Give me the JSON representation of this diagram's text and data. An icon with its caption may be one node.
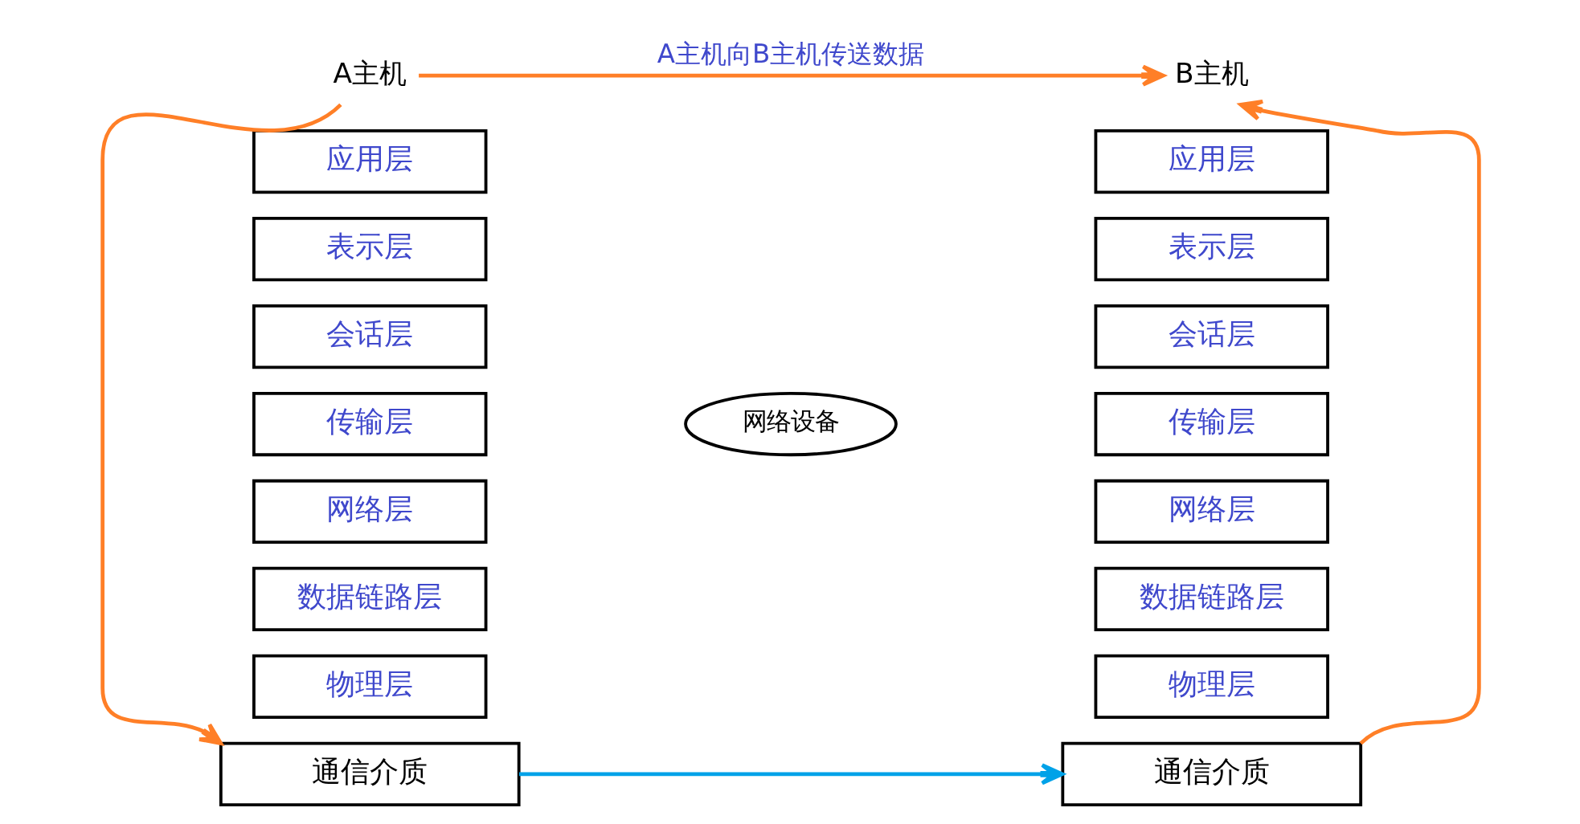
{
  "diagram": {
    "nodes": [
      {
        "text": [
          "A主机"
        ]
      },
      {
        "text": [
          "B主机"
        ]
      },
      {
        "text": [
          "应用层"
        ]
      },
      {
        "text": [
          "表示层"
        ]
      },
      {
        "text": [
          "会话层"
        ]
      },
      {
        "text": [
          "传输层"
        ]
      },
      {
        "text": [
          "网络层"
        ]
      },
      {
        "text": [
          "数据链路层"
        ]
      },
      {
        "text": [
          "物理层"
        ]
      },
      {
        "text": [
          "通信介质"
        ]
      },
      {
        "text": [
          "网络设备"
        ]
      },
      {
        "text": [
          "应用层"
        ]
      },
      {
        "text": [
          "表示层"
        ]
      },
      {
        "text": [
          "会话层"
        ]
      },
      {
        "text": [
          "传输层"
        ]
      },
      {
        "text": [
          "网络层"
        ]
      },
      {
        "text": [
          "数据链路层"
        ]
      },
      {
        "text": [
          "物理层"
        ]
      },
      {
        "text": [
          "通信介质"
        ]
      }
    ],
    "edges": [
      {
        "from": 0,
        "to": 1,
        "arrow": "to",
        "label": "A主机向B主机传送数据",
        "color": "#ff7f27"
      },
      {
        "from": 0,
        "to": 9,
        "arrow": "to",
        "color": "#ff7f27"
      },
      {
        "from": 9,
        "to": 18,
        "arrow": "to",
        "color": "#00a2e8"
      },
      {
        "from": 18,
        "to": 1,
        "arrow": "to",
        "color": "#ff7f27"
      }
    ]
  }
}
